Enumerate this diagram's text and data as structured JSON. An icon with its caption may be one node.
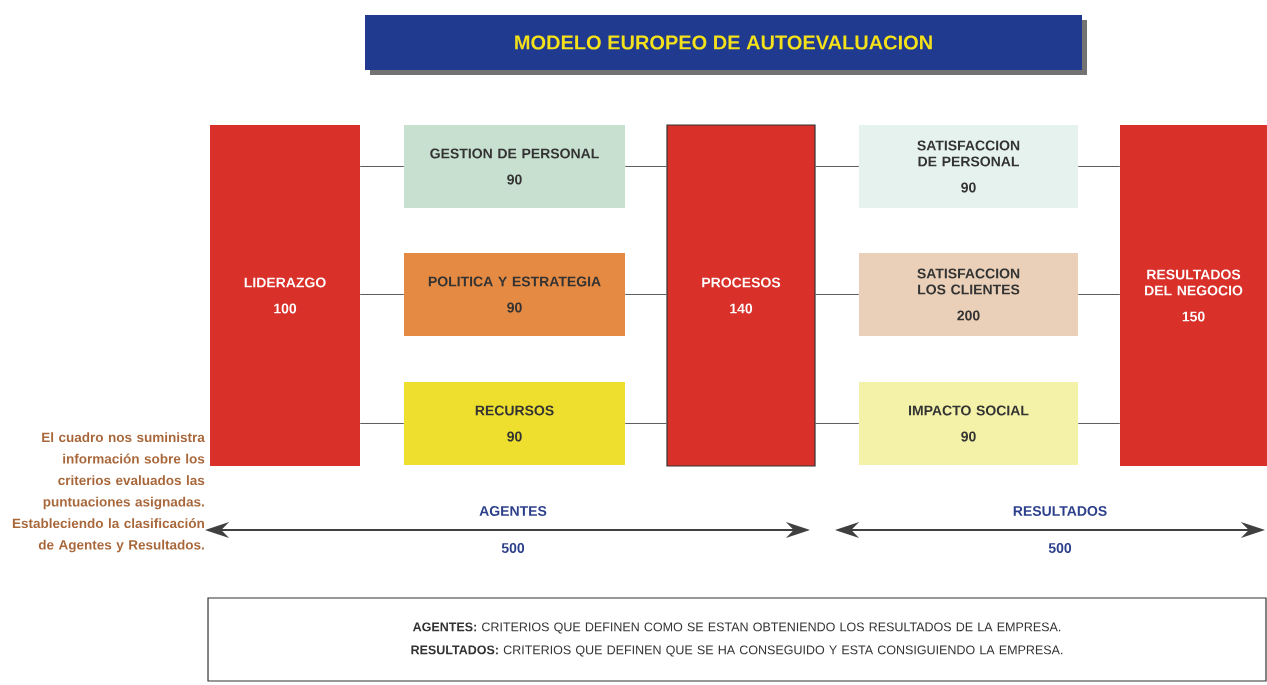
{
  "diagram": {
    "title": "MODELO EUROPEO DE AUTOEVALUACION",
    "nodes": [
      {
        "text": [
          "LIDERAZGO",
          "100"
        ]
      },
      {
        "text": [
          "GESTION DE PERSONAL",
          "90"
        ]
      },
      {
        "text": [
          "POLITICA Y ESTRATEGIA",
          "90"
        ]
      },
      {
        "text": [
          "RECURSOS",
          "90"
        ]
      },
      {
        "text": [
          "PROCESOS",
          "140"
        ]
      },
      {
        "text": [
          "SATISFACCION DE PERSONAL",
          "90"
        ]
      },
      {
        "text": [
          "SATISFACCION LOS CLIENTES",
          "200"
        ]
      },
      {
        "text": [
          "IMPACTO SOCIAL",
          "90"
        ]
      },
      {
        "text": [
          "RESULTADOS DEL NEGOCIO",
          "150"
        ]
      },
      {
        "text": [
          "**AGENTES:** CRITERIOS QUE DEFINEN COMO SE ESTAN OBTENIENDO LOS RESULTADOS DE LA EMPRESA.",
          "**RESULTADOS:** CRITERIOS QUE DEFINEN QUE SE HA CONSEGUIDO Y ESTA CONSIGUIENDO LA EMPRESA."
        ]
      }
    ],
    "edges": [
      {
        "from": 0,
        "to": 1,
        "arrow": "none"
      },
      {
        "from": 0,
        "to": 2,
        "arrow": "none"
      },
      {
        "from": 0,
        "to": 3,
        "arrow": "none"
      },
      {
        "from": 1,
        "to": 4,
        "arrow": "none"
      },
      {
        "from": 2,
        "to": 4,
        "arrow": "none"
      },
      {
        "from": 3,
        "to": 4,
        "arrow": "none"
      },
      {
        "from": 4,
        "to": 5,
        "arrow": "none"
      },
      {
        "from": 4,
        "to": 6,
        "arrow": "none"
      },
      {
        "from": 4,
        "to": 7,
        "arrow": "none"
      },
      {
        "from": 5,
        "to": 8,
        "arrow": "none"
      },
      {
        "from": 6,
        "to": 8,
        "arrow": "none"
      },
      {
        "from": 7,
        "to": 8,
        "arrow": "none"
      }
    ],
    "labels": [
      "El cuadro nos suministra información sobre los criterios evaluados las puntuaciones asignadas. Estableciendo la clasificación de Agentes y Resultados.",
      "AGENTES",
      "500",
      "RESULTADOS",
      "500"
    ]
  }
}
